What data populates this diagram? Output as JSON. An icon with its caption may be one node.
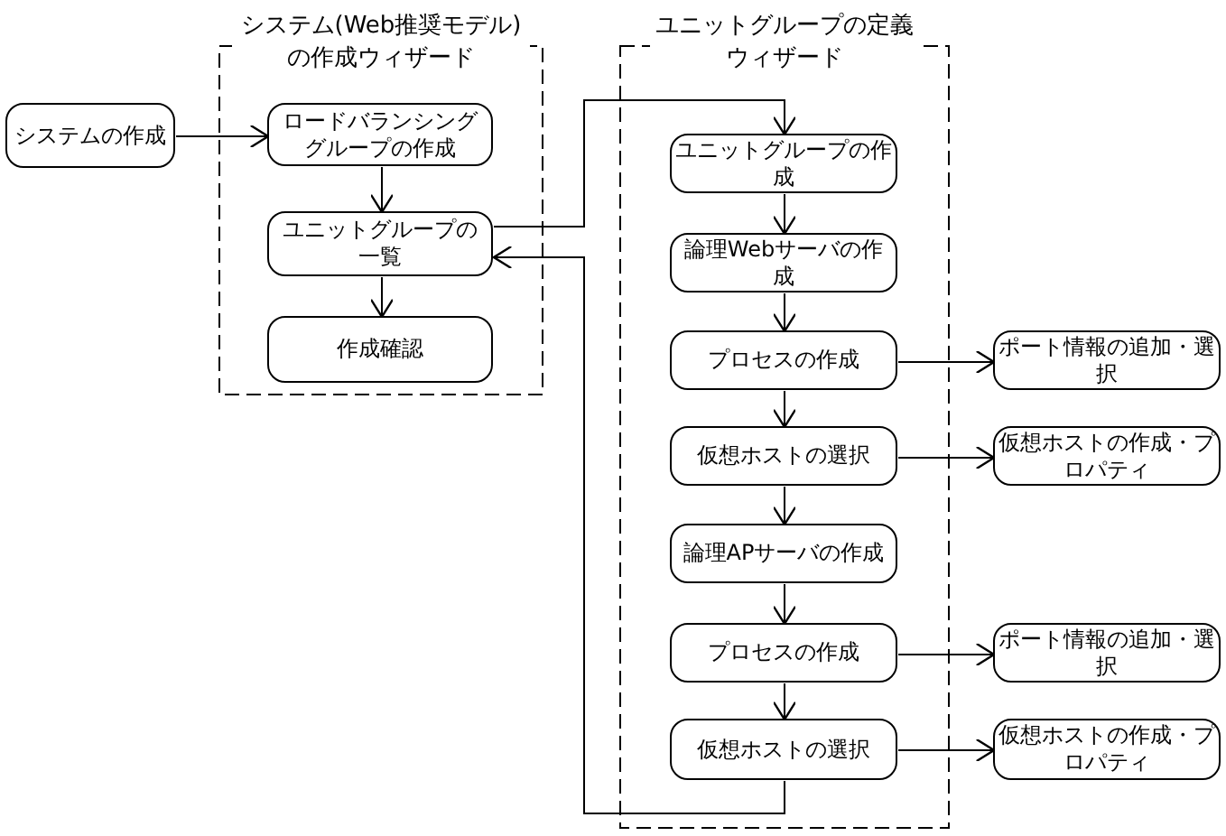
{
  "diagram": {
    "nodes": [
      {
        "text": [
          "システムの作成"
        ]
      },
      {
        "text": [
          "システム(Web推奨モデル)の作成ウィザード"
        ]
      },
      {
        "text": [
          "ロードバランシンググループの作成"
        ],
        "in": 1
      },
      {
        "text": [
          "ユニットグループの一覧"
        ],
        "in": 1
      },
      {
        "text": [
          "作成確認"
        ],
        "in": 1
      },
      {
        "text": [
          "ユニットグループの定義ウィザード"
        ]
      },
      {
        "text": [
          "ユニットグループの作成"
        ],
        "in": 5
      },
      {
        "text": [
          "論理Webサーバの作成"
        ],
        "in": 5
      },
      {
        "text": [
          "プロセスの作成"
        ],
        "in": 5
      },
      {
        "text": [
          "ポート情報の追加・選択"
        ]
      },
      {
        "text": [
          "仮想ホストの選択"
        ],
        "in": 5
      },
      {
        "text": [
          "仮想ホストの作成・プロパティ"
        ]
      },
      {
        "text": [
          "論理APサーバの作成"
        ],
        "in": 5
      },
      {
        "text": [
          "プロセスの作成"
        ],
        "in": 5
      },
      {
        "text": [
          "ポート情報の追加・選択"
        ]
      },
      {
        "text": [
          "仮想ホストの選択"
        ],
        "in": 5
      },
      {
        "text": [
          "仮想ホストの作成・プロパティ"
        ]
      }
    ],
    "edges": [
      {
        "from": 0,
        "to": 2,
        "arrow": "to"
      },
      {
        "from": 2,
        "to": 3,
        "arrow": "to"
      },
      {
        "from": 3,
        "to": 4,
        "arrow": "to"
      },
      {
        "from": 3,
        "to": 6,
        "arrow": "to"
      },
      {
        "from": 6,
        "to": 7,
        "arrow": "to"
      },
      {
        "from": 7,
        "to": 8,
        "arrow": "to"
      },
      {
        "from": 8,
        "to": 9,
        "arrow": "to"
      },
      {
        "from": 8,
        "to": 10,
        "arrow": "to"
      },
      {
        "from": 10,
        "to": 11,
        "arrow": "to"
      },
      {
        "from": 10,
        "to": 12,
        "arrow": "to"
      },
      {
        "from": 12,
        "to": 13,
        "arrow": "to"
      },
      {
        "from": 13,
        "to": 14,
        "arrow": "to"
      },
      {
        "from": 13,
        "to": 15,
        "arrow": "to"
      },
      {
        "from": 15,
        "to": 3,
        "arrow": "to"
      },
      {
        "from": 15,
        "to": 16,
        "arrow": "to"
      }
    ]
  }
}
